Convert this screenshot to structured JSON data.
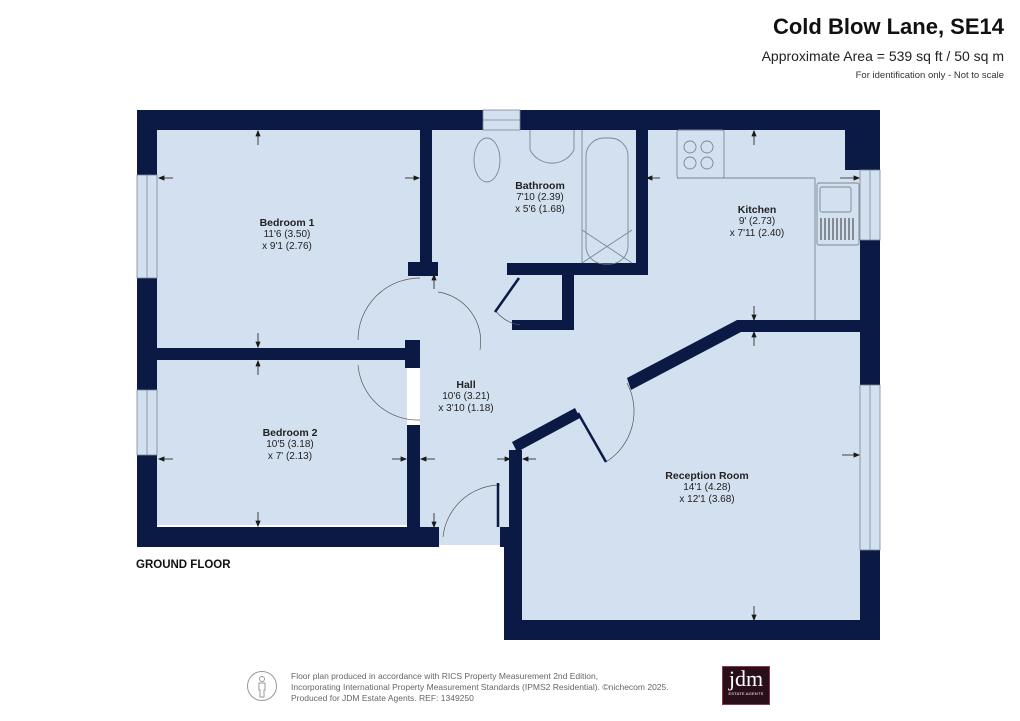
{
  "header": {
    "title": "Cold Blow Lane, SE14",
    "area": "Approximate Area = 539 sq ft / 50 sq m",
    "note": "For identification only - Not to scale"
  },
  "floor": {
    "label": "GROUND FLOOR"
  },
  "rooms": [
    {
      "name": "Bedroom 1",
      "dim1": "11'6 (3.50)",
      "dim2": "x 9'1 (2.76)"
    },
    {
      "name": "Bathroom",
      "dim1": "7'10 (2.39)",
      "dim2": "x 5'6 (1.68)"
    },
    {
      "name": "Kitchen",
      "dim1": "9' (2.73)",
      "dim2": "x 7'11 (2.40)"
    },
    {
      "name": "Hall",
      "dim1": "10'6 (3.21)",
      "dim2": "x 3'10 (1.18)"
    },
    {
      "name": "Bedroom 2",
      "dim1": "10'5 (3.18)",
      "dim2": "x 7' (2.13)"
    },
    {
      "name": "Reception Room",
      "dim1": "14'1 (4.28)",
      "dim2": "x 12'1 (3.68)"
    }
  ],
  "colors": {
    "wall": "#0b1a45",
    "floor": "#d3e0ef",
    "fixture": "#7a8795"
  },
  "footer": {
    "line1": "Floor plan produced in accordance with RICS Property Measurement 2nd Edition,",
    "line2": "Incorporating International Property Measurement Standards (IPMS2 Residential).   ©nichecom 2025.",
    "line3": "Produced for JDM Estate Agents.   REF: 1349250",
    "icon": "person-icon"
  },
  "logo": {
    "text": "jdm",
    "subtext": "ESTATE AGENTS"
  }
}
